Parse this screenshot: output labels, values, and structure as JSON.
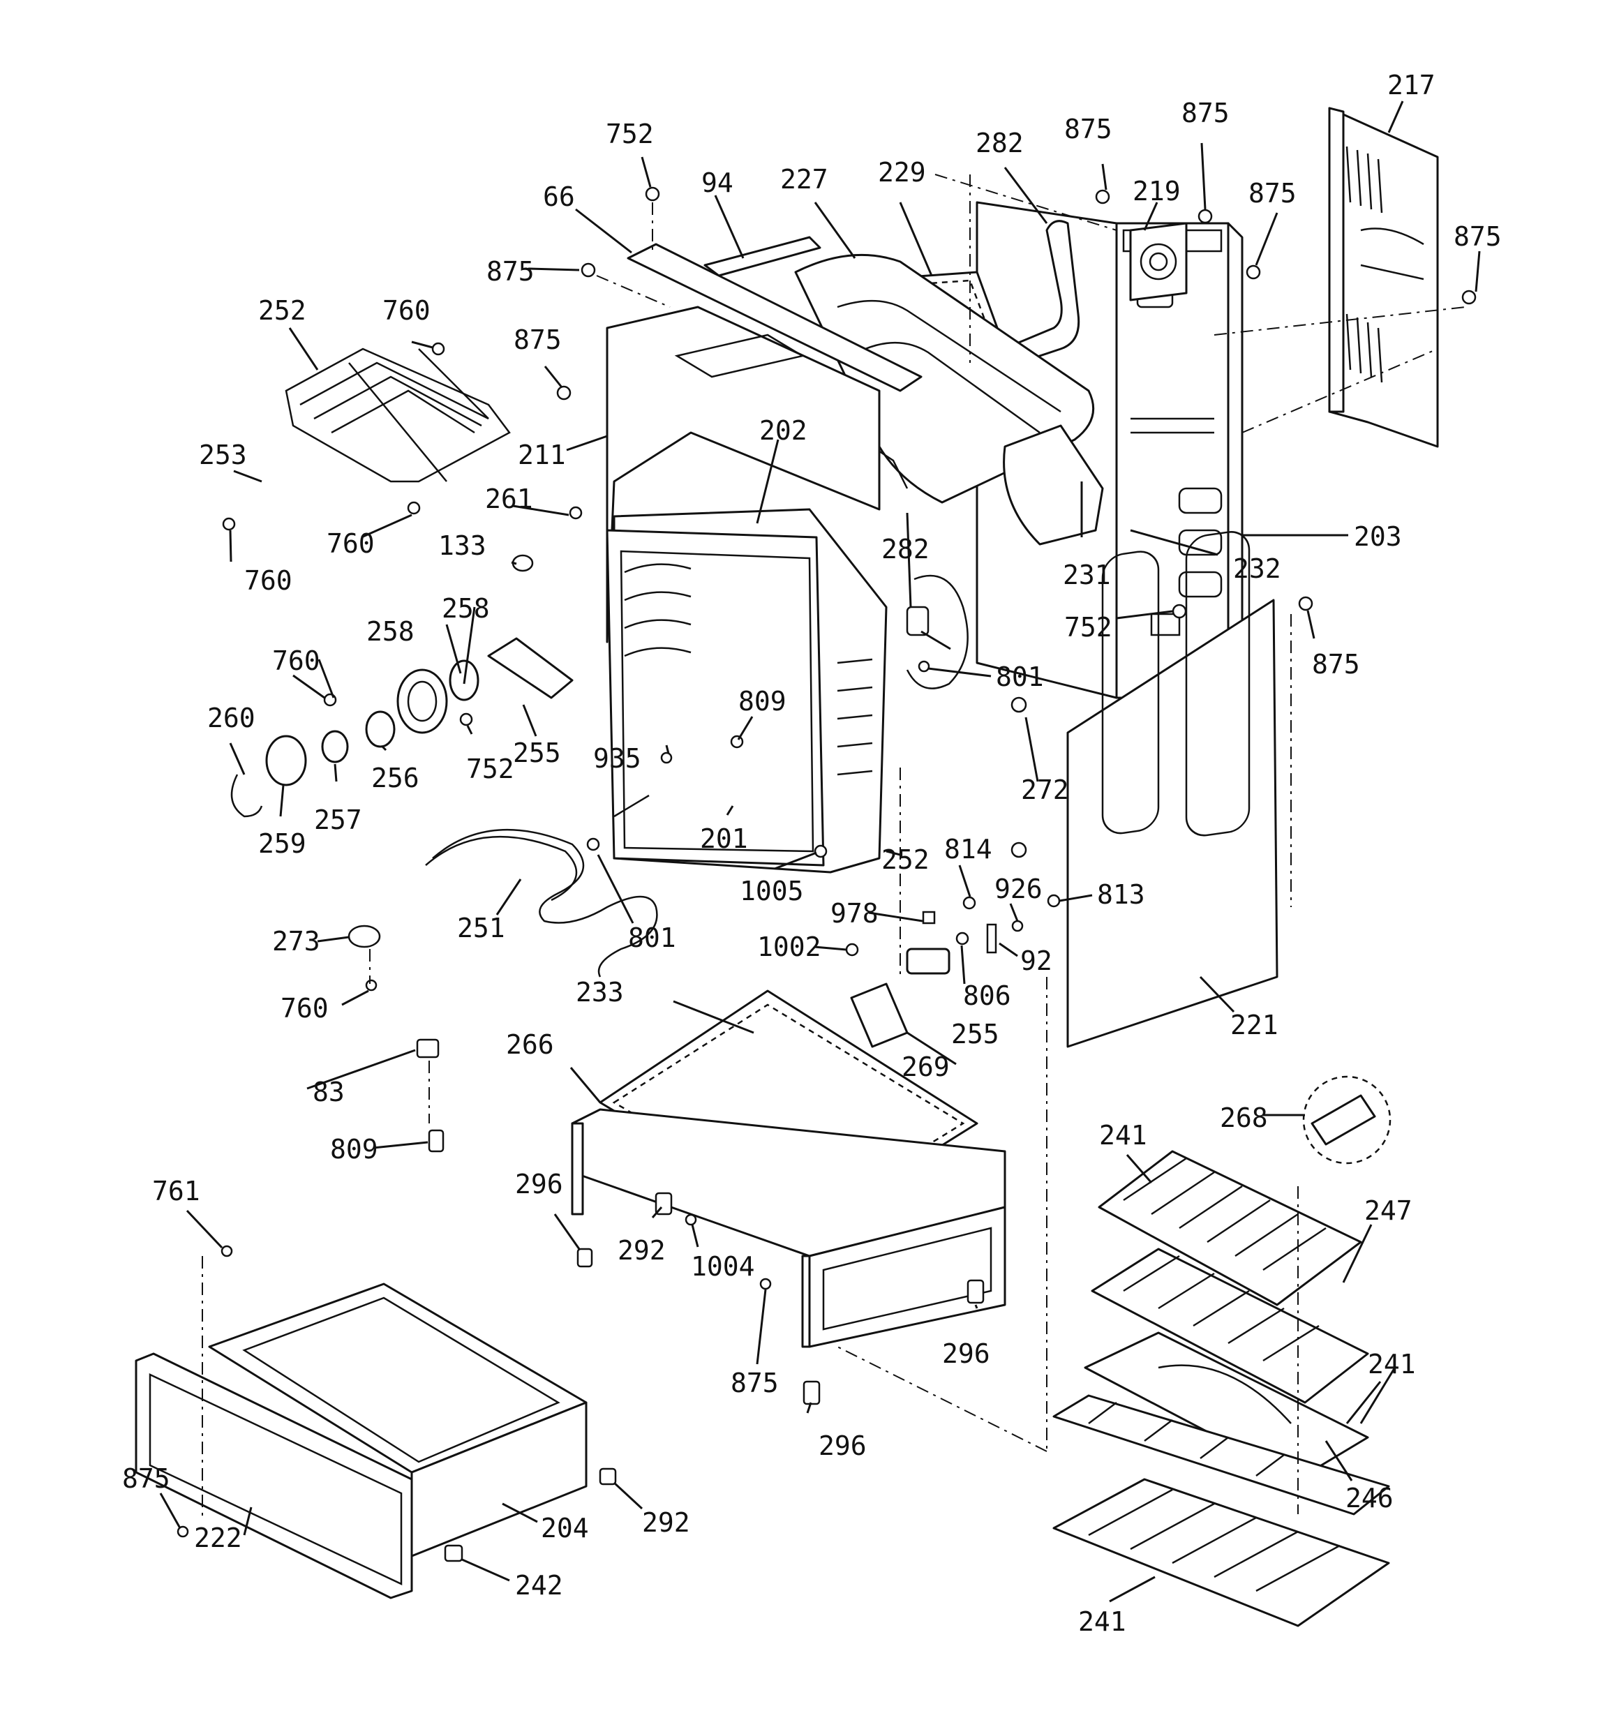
{
  "callouts": [
    {
      "id": "217",
      "text": "217"
    },
    {
      "id": "875",
      "text": "875"
    },
    {
      "id": "752",
      "text": "752"
    },
    {
      "id": "282",
      "text": "282"
    },
    {
      "id": "229",
      "text": "229"
    },
    {
      "id": "219",
      "text": "219"
    },
    {
      "id": "94",
      "text": "94"
    },
    {
      "id": "227",
      "text": "227"
    },
    {
      "id": "66",
      "text": "66"
    },
    {
      "id": "252",
      "text": "252"
    },
    {
      "id": "760",
      "text": "760"
    },
    {
      "id": "211",
      "text": "211"
    },
    {
      "id": "202",
      "text": "202"
    },
    {
      "id": "253",
      "text": "253"
    },
    {
      "id": "261",
      "text": "261"
    },
    {
      "id": "133",
      "text": "133"
    },
    {
      "id": "231",
      "text": "231"
    },
    {
      "id": "232",
      "text": "232"
    },
    {
      "id": "203",
      "text": "203"
    },
    {
      "id": "258",
      "text": "258"
    },
    {
      "id": "801",
      "text": "801"
    },
    {
      "id": "260",
      "text": "260"
    },
    {
      "id": "809",
      "text": "809"
    },
    {
      "id": "935",
      "text": "935"
    },
    {
      "id": "256",
      "text": "256"
    },
    {
      "id": "255",
      "text": "255"
    },
    {
      "id": "257",
      "text": "257"
    },
    {
      "id": "259",
      "text": "259"
    },
    {
      "id": "272",
      "text": "272"
    },
    {
      "id": "201",
      "text": "201"
    },
    {
      "id": "1005",
      "text": "1005"
    },
    {
      "id": "814",
      "text": "814"
    },
    {
      "id": "926",
      "text": "926"
    },
    {
      "id": "813",
      "text": "813"
    },
    {
      "id": "251",
      "text": "251"
    },
    {
      "id": "978",
      "text": "978"
    },
    {
      "id": "273",
      "text": "273"
    },
    {
      "id": "1002",
      "text": "1002"
    },
    {
      "id": "92",
      "text": "92"
    },
    {
      "id": "806",
      "text": "806"
    },
    {
      "id": "233",
      "text": "233"
    },
    {
      "id": "221",
      "text": "221"
    },
    {
      "id": "266",
      "text": "266"
    },
    {
      "id": "269",
      "text": "269"
    },
    {
      "id": "83",
      "text": "83"
    },
    {
      "id": "268",
      "text": "268"
    },
    {
      "id": "241",
      "text": "241"
    },
    {
      "id": "296",
      "text": "296"
    },
    {
      "id": "247",
      "text": "247"
    },
    {
      "id": "761",
      "text": "761"
    },
    {
      "id": "292",
      "text": "292"
    },
    {
      "id": "1004",
      "text": "1004"
    },
    {
      "id": "246",
      "text": "246"
    },
    {
      "id": "222",
      "text": "222"
    },
    {
      "id": "204",
      "text": "204"
    },
    {
      "id": "242",
      "text": "242"
    }
  ]
}
